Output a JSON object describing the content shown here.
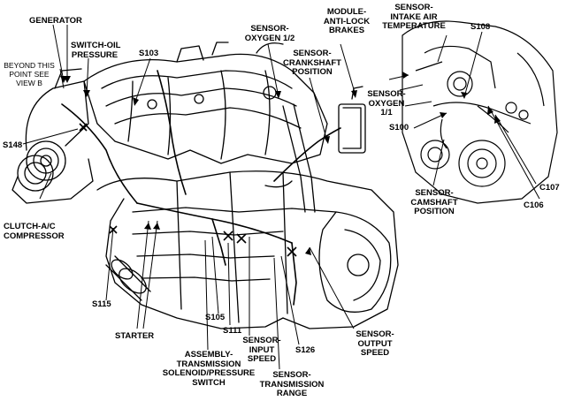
{
  "labels": {
    "generator": "GENERATOR",
    "switch_oil_pressure": "SWITCH-OIL\nPRESSURE",
    "beyond_point": "BEYOND THIS\nPOINT SEE\nVIEW B",
    "s103": "S103",
    "sensor_oxygen_12": "SENSOR-\nOXYGEN 1/2",
    "module_abs": "MODULE-\nANTI-LOCK\nBRAKES",
    "sensor_crankshaft": "SENSOR-\nCRANKSHAFT\nPOSITION",
    "sensor_intake_air": "SENSOR-\nINTAKE AIR\nTEMPERATURE",
    "s108": "S108",
    "sensor_oxygen_11": "SENSOR-\nOXYGEN\n1/1",
    "s100": "S100",
    "s148": "S148",
    "c107": "C107",
    "c106": "C106",
    "sensor_camshaft": "SENSOR-\nCAMSHAFT\nPOSITION",
    "clutch_ac": "CLUTCH-A/C\nCOMPRESSOR",
    "s115": "S115",
    "s105": "S105",
    "s111": "S111",
    "starter": "STARTER",
    "sensor_input_speed": "SENSOR-\nINPUT\nSPEED",
    "s126": "S126",
    "sensor_output_speed": "SENSOR-\nOUTPUT\nSPEED",
    "assembly_transmission": "ASSEMBLY-\nTRANSMISSION\nSOLENOID/PRESSURE\nSWITCH",
    "sensor_transmission_range": "SENSOR-\nTRANSMISSION\nRANGE"
  },
  "colors": {
    "ink": "#000000",
    "paper": "#ffffff",
    "shade": "#9a9a9a"
  }
}
